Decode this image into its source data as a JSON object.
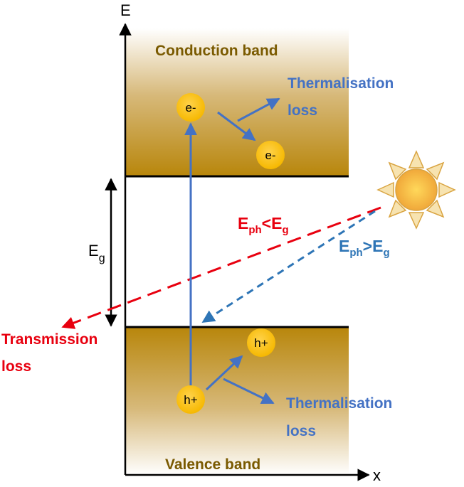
{
  "axes": {
    "y_label": "E",
    "x_label": "x"
  },
  "bands": {
    "conduction_label": "Conduction band",
    "valence_label": "Valence band"
  },
  "gap": {
    "label_main": "E",
    "label_sub": "g"
  },
  "carriers": {
    "electron_1": "e-",
    "electron_2": "e-",
    "hole_1": "h+",
    "hole_2": "h+"
  },
  "thermalisation_upper": {
    "line1": "Thermalisation",
    "line2": "loss"
  },
  "thermalisation_lower": {
    "line1": "Thermalisation",
    "line2": "loss"
  },
  "transmission": {
    "line1": "Transmission",
    "line2": "loss"
  },
  "photon_low": {
    "main": "E",
    "sub1": "ph",
    "relation": "<E",
    "sub2": "g"
  },
  "photon_high": {
    "main": "E",
    "sub1": "ph",
    "relation": ">E",
    "sub2": "g"
  },
  "colors": {
    "band_gold": "#b8860b",
    "carrier": "#ffc000",
    "blue_arrow": "#4472c4",
    "red_dash": "#e8000f",
    "blue_dash": "#2e75b6",
    "sun": "#f5b942"
  }
}
